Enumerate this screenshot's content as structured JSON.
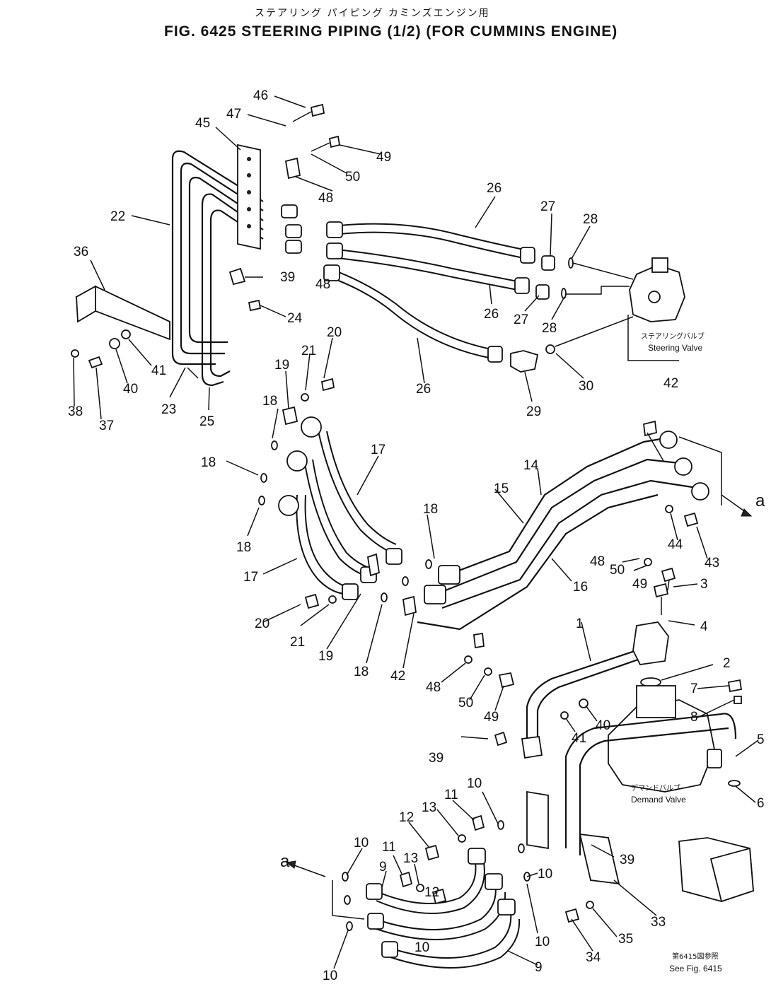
{
  "title": {
    "japanese": "ステアリング パイピング カミンズエンジン用",
    "english": "FIG. 6425  STEERING PIPING (1/2) (FOR CUMMINS ENGINE)"
  },
  "components": {
    "steering_valve": {
      "jp": "ステアリングバルブ",
      "en": "Steering Valve"
    },
    "demand_valve": {
      "jp": "デマンドバルブ",
      "en": "Demand Valve"
    },
    "reference_note": {
      "jp": "第6415図参照",
      "en": "See Fig. 6415"
    }
  },
  "arrow_marker": "a",
  "callouts": [
    "1",
    "2",
    "3",
    "4",
    "5",
    "6",
    "7",
    "8",
    "9",
    "9",
    "10",
    "10",
    "10",
    "10",
    "10",
    "10",
    "11",
    "11",
    "12",
    "12",
    "13",
    "13",
    "14",
    "15",
    "16",
    "17",
    "17",
    "18",
    "18",
    "18",
    "18",
    "18",
    "19",
    "19",
    "20",
    "20",
    "21",
    "21",
    "22",
    "23",
    "24",
    "25",
    "26",
    "26",
    "26",
    "27",
    "27",
    "28",
    "28",
    "29",
    "30",
    "33",
    "34",
    "35",
    "36",
    "37",
    "38",
    "39",
    "39",
    "39",
    "40",
    "40",
    "41",
    "41",
    "42",
    "42",
    "43",
    "44",
    "45",
    "46",
    "47",
    "48",
    "48",
    "48",
    "48",
    "49",
    "49",
    "49",
    "50",
    "50",
    "50"
  ]
}
